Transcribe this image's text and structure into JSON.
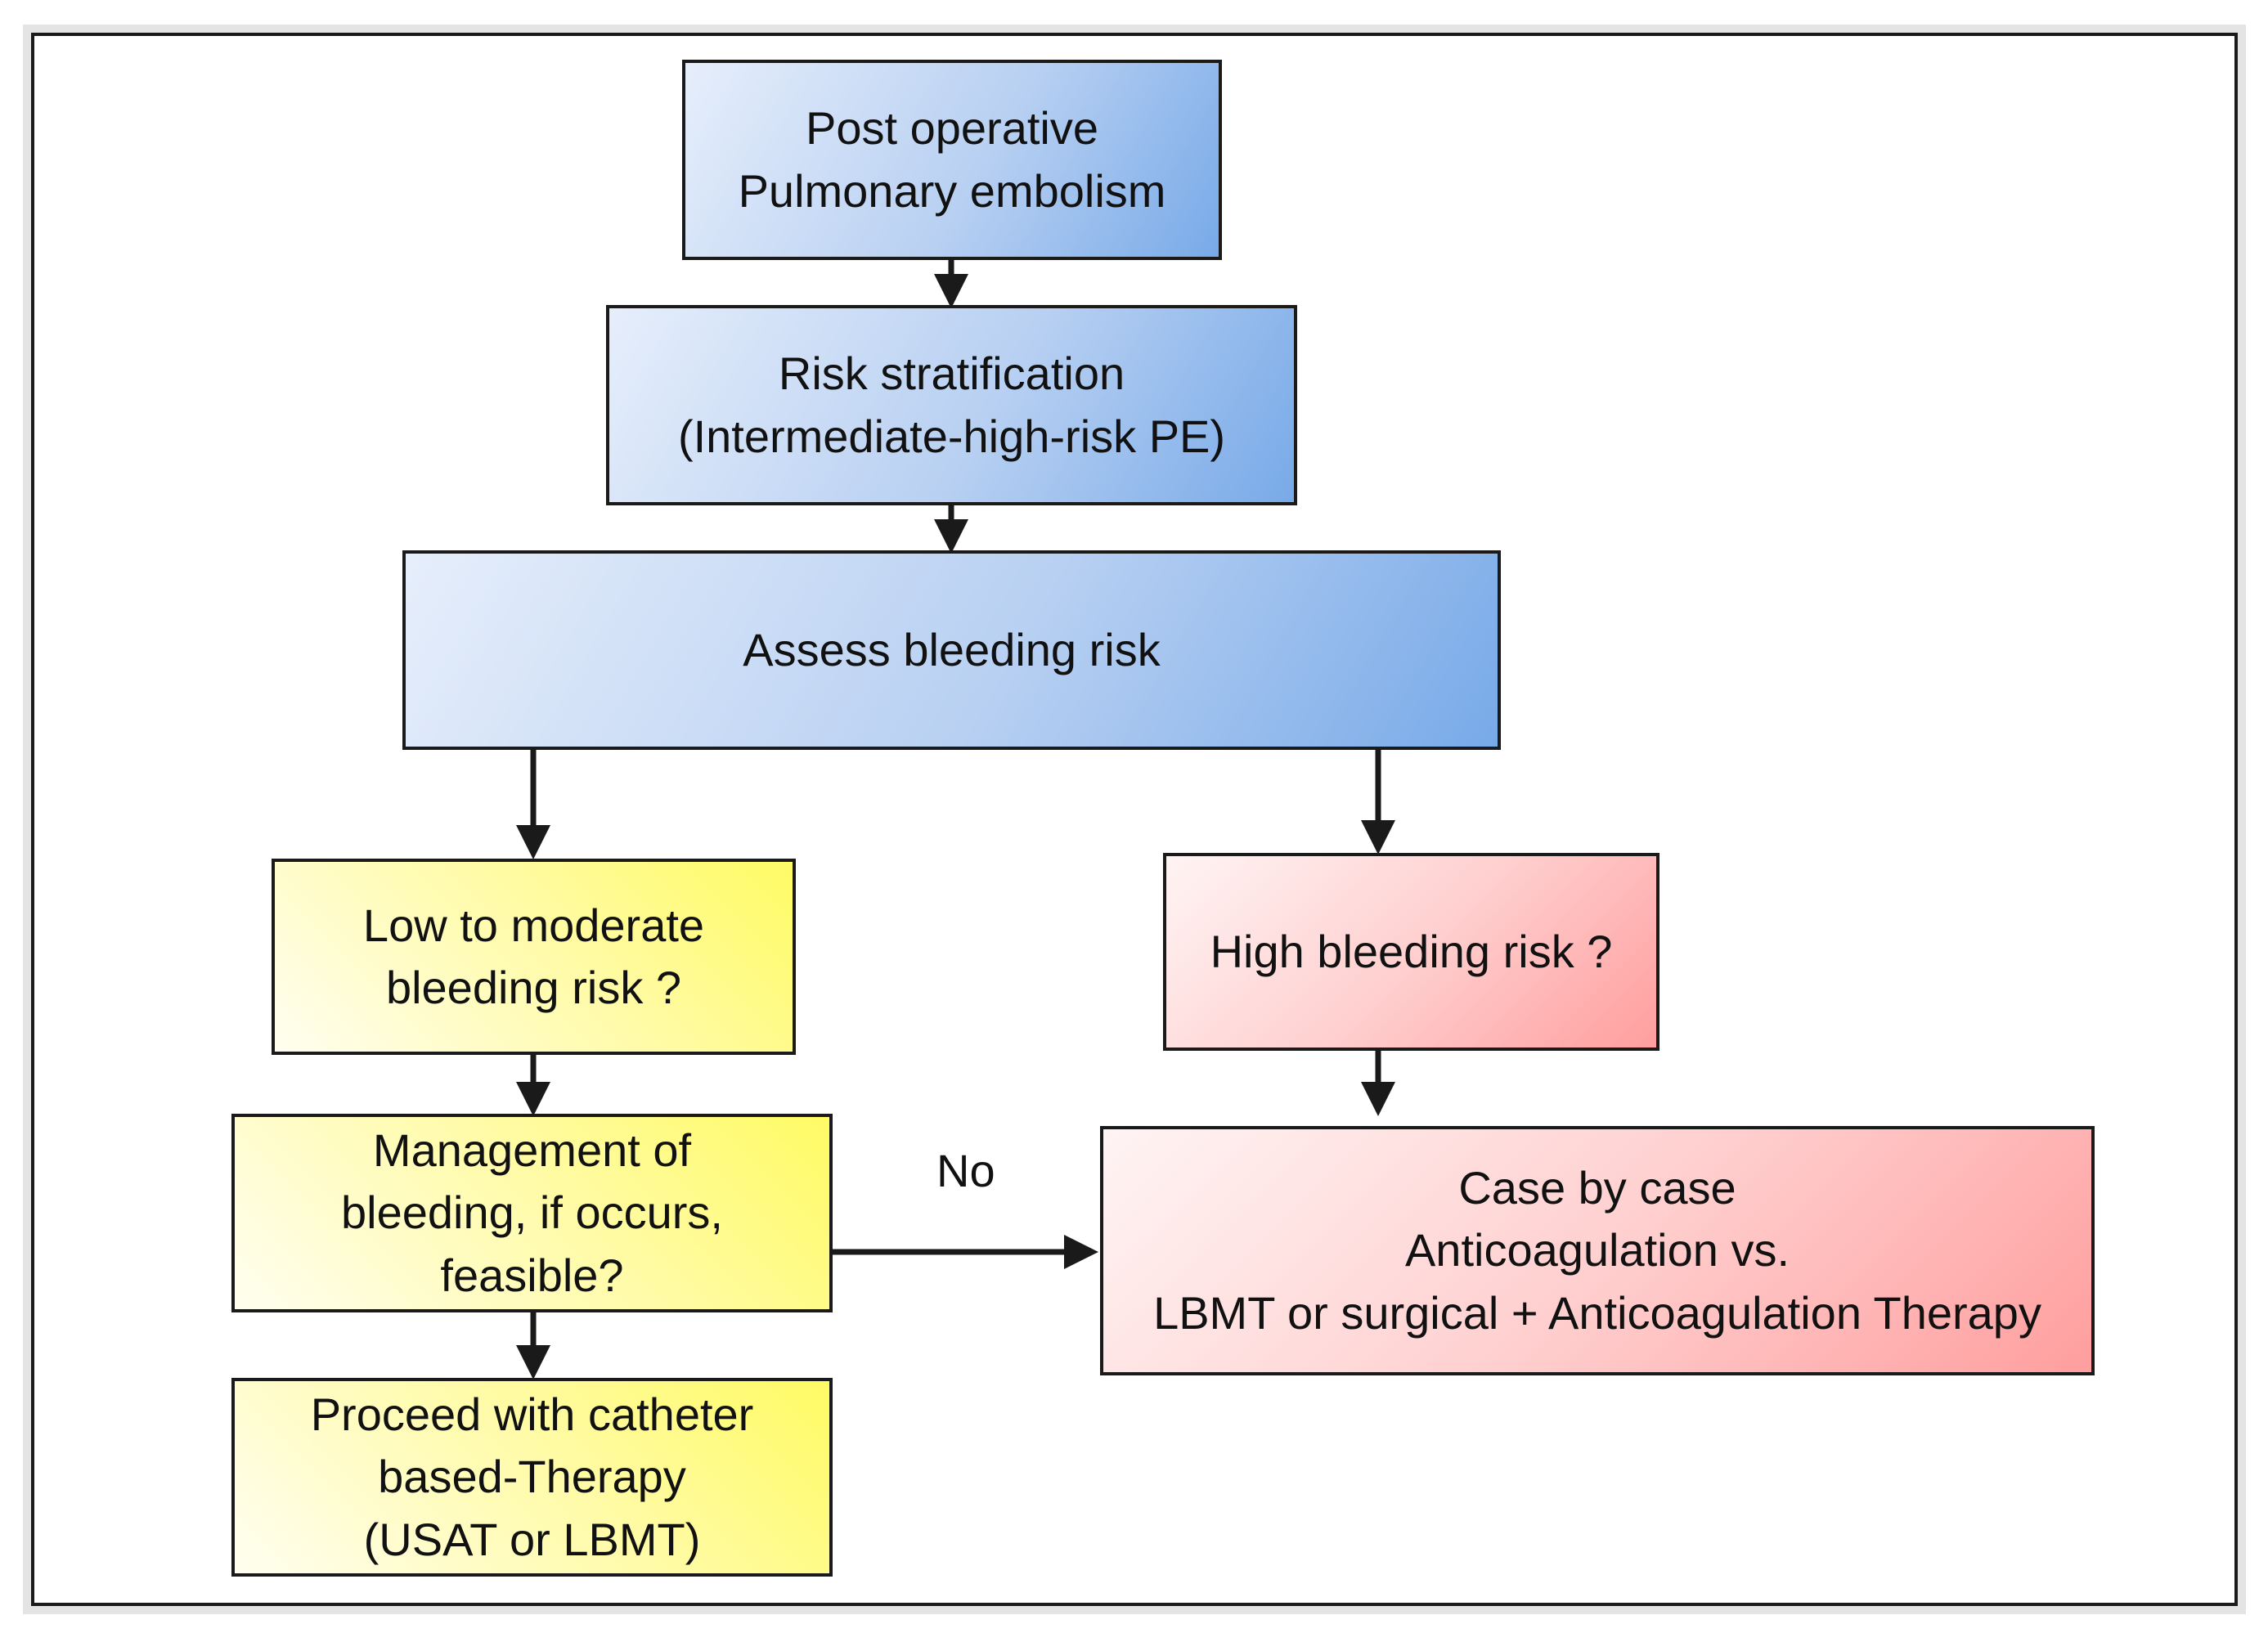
{
  "nodes": {
    "post_op_pe": {
      "lines": [
        "Post operative",
        "Pulmonary embolism"
      ],
      "color": "#b8d0f2"
    },
    "risk_strat": {
      "lines": [
        "Risk stratification",
        "(Intermediate-high-risk PE)"
      ],
      "color": "#b8d0f2"
    },
    "assess_bleeding": {
      "lines": [
        "Assess bleeding risk"
      ],
      "color": "#b8d0f2"
    },
    "low_moderate": {
      "lines": [
        "Low to moderate",
        "bleeding risk ?"
      ],
      "color": "#fffb9e"
    },
    "high_bleeding": {
      "lines": [
        "High bleeding risk ?"
      ],
      "color": "#ffc8c8"
    },
    "management": {
      "lines": [
        "Management of",
        "bleeding, if occurs,",
        "feasible?"
      ],
      "color": "#fffb9e"
    },
    "case_by_case": {
      "lines": [
        "Case by case",
        "Anticoagulation vs.",
        "LBMT or surgical + Anticoagulation Therapy"
      ],
      "color": "#ffc8c8"
    },
    "proceed": {
      "lines": [
        "Proceed with catheter",
        "based-Therapy",
        "(USAT or LBMT)"
      ],
      "color": "#fffb9e"
    }
  },
  "edges": [
    {
      "from": "post_op_pe",
      "to": "risk_strat",
      "label": ""
    },
    {
      "from": "risk_strat",
      "to": "assess_bleeding",
      "label": ""
    },
    {
      "from": "assess_bleeding",
      "to": "low_moderate",
      "label": ""
    },
    {
      "from": "assess_bleeding",
      "to": "high_bleeding",
      "label": ""
    },
    {
      "from": "low_moderate",
      "to": "management",
      "label": ""
    },
    {
      "from": "high_bleeding",
      "to": "case_by_case",
      "label": ""
    },
    {
      "from": "management",
      "to": "case_by_case",
      "label": "No"
    },
    {
      "from": "management",
      "to": "proceed",
      "label": ""
    }
  ],
  "colors": {
    "stroke": "#1a1a1a"
  }
}
